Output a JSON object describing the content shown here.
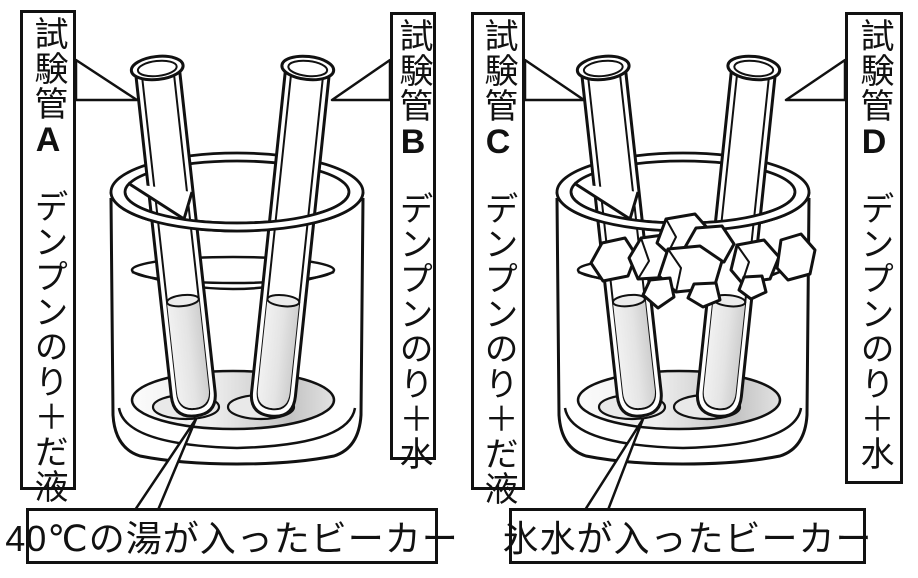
{
  "diagram": {
    "background_color": "#ffffff",
    "line_color": "#111111",
    "liquid_color": "#e0e0e0"
  },
  "tube_labels": [
    {
      "prefix": "試験管",
      "id": "A",
      "contents": "デンプンのり＋だ液"
    },
    {
      "prefix": "試験管",
      "id": "B",
      "contents": "デンプンのり＋水"
    },
    {
      "prefix": "試験管",
      "id": "C",
      "contents": "デンプンのり＋だ液"
    },
    {
      "prefix": "試験管",
      "id": "D",
      "contents": "デンプンのり＋水"
    }
  ],
  "captions": [
    {
      "text": "40℃の湯が入ったビーカー"
    },
    {
      "text": "氷水が入ったビーカー"
    }
  ]
}
